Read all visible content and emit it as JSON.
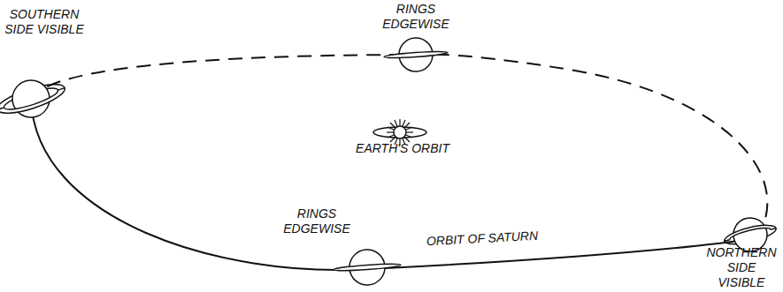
{
  "diagram": {
    "labels": [
      "RINGS EDGEWISE",
      "SOUTHERN SIDE VISIBLE",
      "EARTH'S ORBIT",
      "RINGS EDGEWISE",
      "ORBIT OF SATURN",
      "NORTHERN SIDE VISIBLE"
    ]
  }
}
